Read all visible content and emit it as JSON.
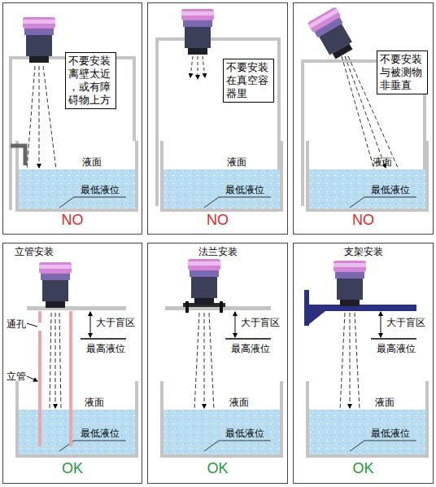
{
  "diagram": {
    "nodes": [
      {
        "text": [
          "液面",
          "最低液位",
          "NO"
        ]
      },
      {
        "text": [
          "不要安装 离壁太近 ，或有障 碍物上方"
        ],
        "in": 0
      },
      {
        "text": [
          "液面",
          "最低液位",
          "NO"
        ]
      },
      {
        "text": [
          "不要安装 在真空容 器里"
        ],
        "in": 2
      },
      {
        "text": [
          "液面",
          "最低液位",
          "NO"
        ]
      },
      {
        "text": [
          "不要安装 与被测物 非垂直"
        ],
        "in": 4
      },
      {
        "text": [
          "立管安装",
          "通孔",
          "大于盲区",
          "最高液位",
          "立管",
          "液面",
          "最低液位",
          "OK"
        ]
      },
      {
        "text": [
          "法兰安装",
          "大于盲区",
          "最高液位",
          "液面",
          "最低液位",
          "OK"
        ]
      },
      {
        "text": [
          "支架安装",
          "大于盲区",
          "最高液位",
          "液面",
          "最低液位",
          "OK"
        ]
      }
    ]
  }
}
